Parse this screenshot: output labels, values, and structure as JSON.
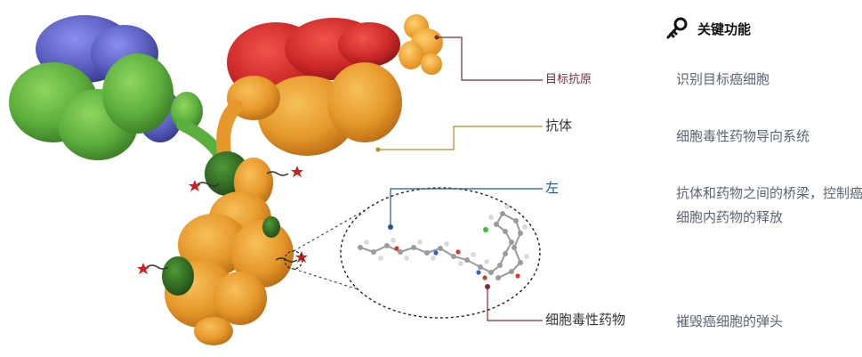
{
  "header": {
    "title": "关键功能",
    "icon": "key-icon"
  },
  "components": [
    {
      "id": "target-antigen",
      "label": "目标抗原",
      "function": "识别目标癌细胞",
      "color": "#7a2c3c"
    },
    {
      "id": "antibody",
      "label": "抗体",
      "function": "细胞毒性药物导向系统",
      "color": "#b58a2a"
    },
    {
      "id": "linker",
      "label": "左",
      "function": "抗体和药物之间的桥梁，控制癌细胞内药物的释放",
      "color": "#1e5c86"
    },
    {
      "id": "payload",
      "label": "细胞毒性药物",
      "function": "摧毁癌细胞的弹头",
      "color": "#8a2a2a"
    }
  ],
  "colors": {
    "heavy_chain_blue": "#5a5fc0",
    "light_chain_green": "#5cae3d",
    "dark_green": "#2f6a22",
    "antigen_red": "#cf2a2a",
    "antibody_orange": "#e69a2c",
    "antigen_small": "#f2a324",
    "drug_marker": "#cc2020"
  }
}
